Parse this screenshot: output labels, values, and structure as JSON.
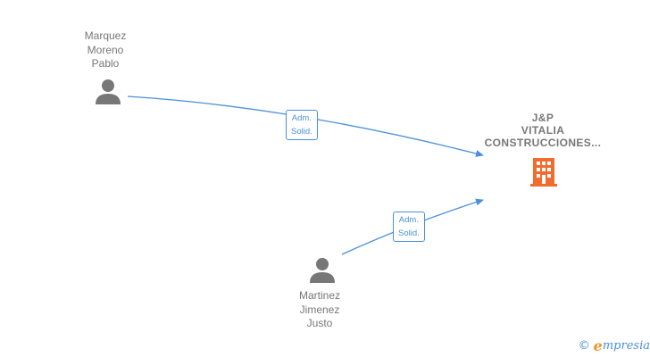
{
  "nodes": {
    "person_top": {
      "label": "Marquez\nMoreno\nPablo"
    },
    "person_bottom": {
      "label": "Martinez\nJimenez\nJusto"
    },
    "company": {
      "label": "J&P\nVITALIA\nCONSTRUCCIONES..."
    }
  },
  "edges": [
    {
      "from": "person_top",
      "to": "company",
      "label": "Adm.\nSolid."
    },
    {
      "from": "person_bottom",
      "to": "company",
      "label": "Adm.\nSolid."
    }
  ],
  "footer": {
    "copyright": "©",
    "brand_initial": "e",
    "brand_rest": "mpresia"
  },
  "colors": {
    "edge": "#4a90d9",
    "person_icon": "#777777",
    "company_icon": "#f26c2e",
    "text": "#777777"
  }
}
